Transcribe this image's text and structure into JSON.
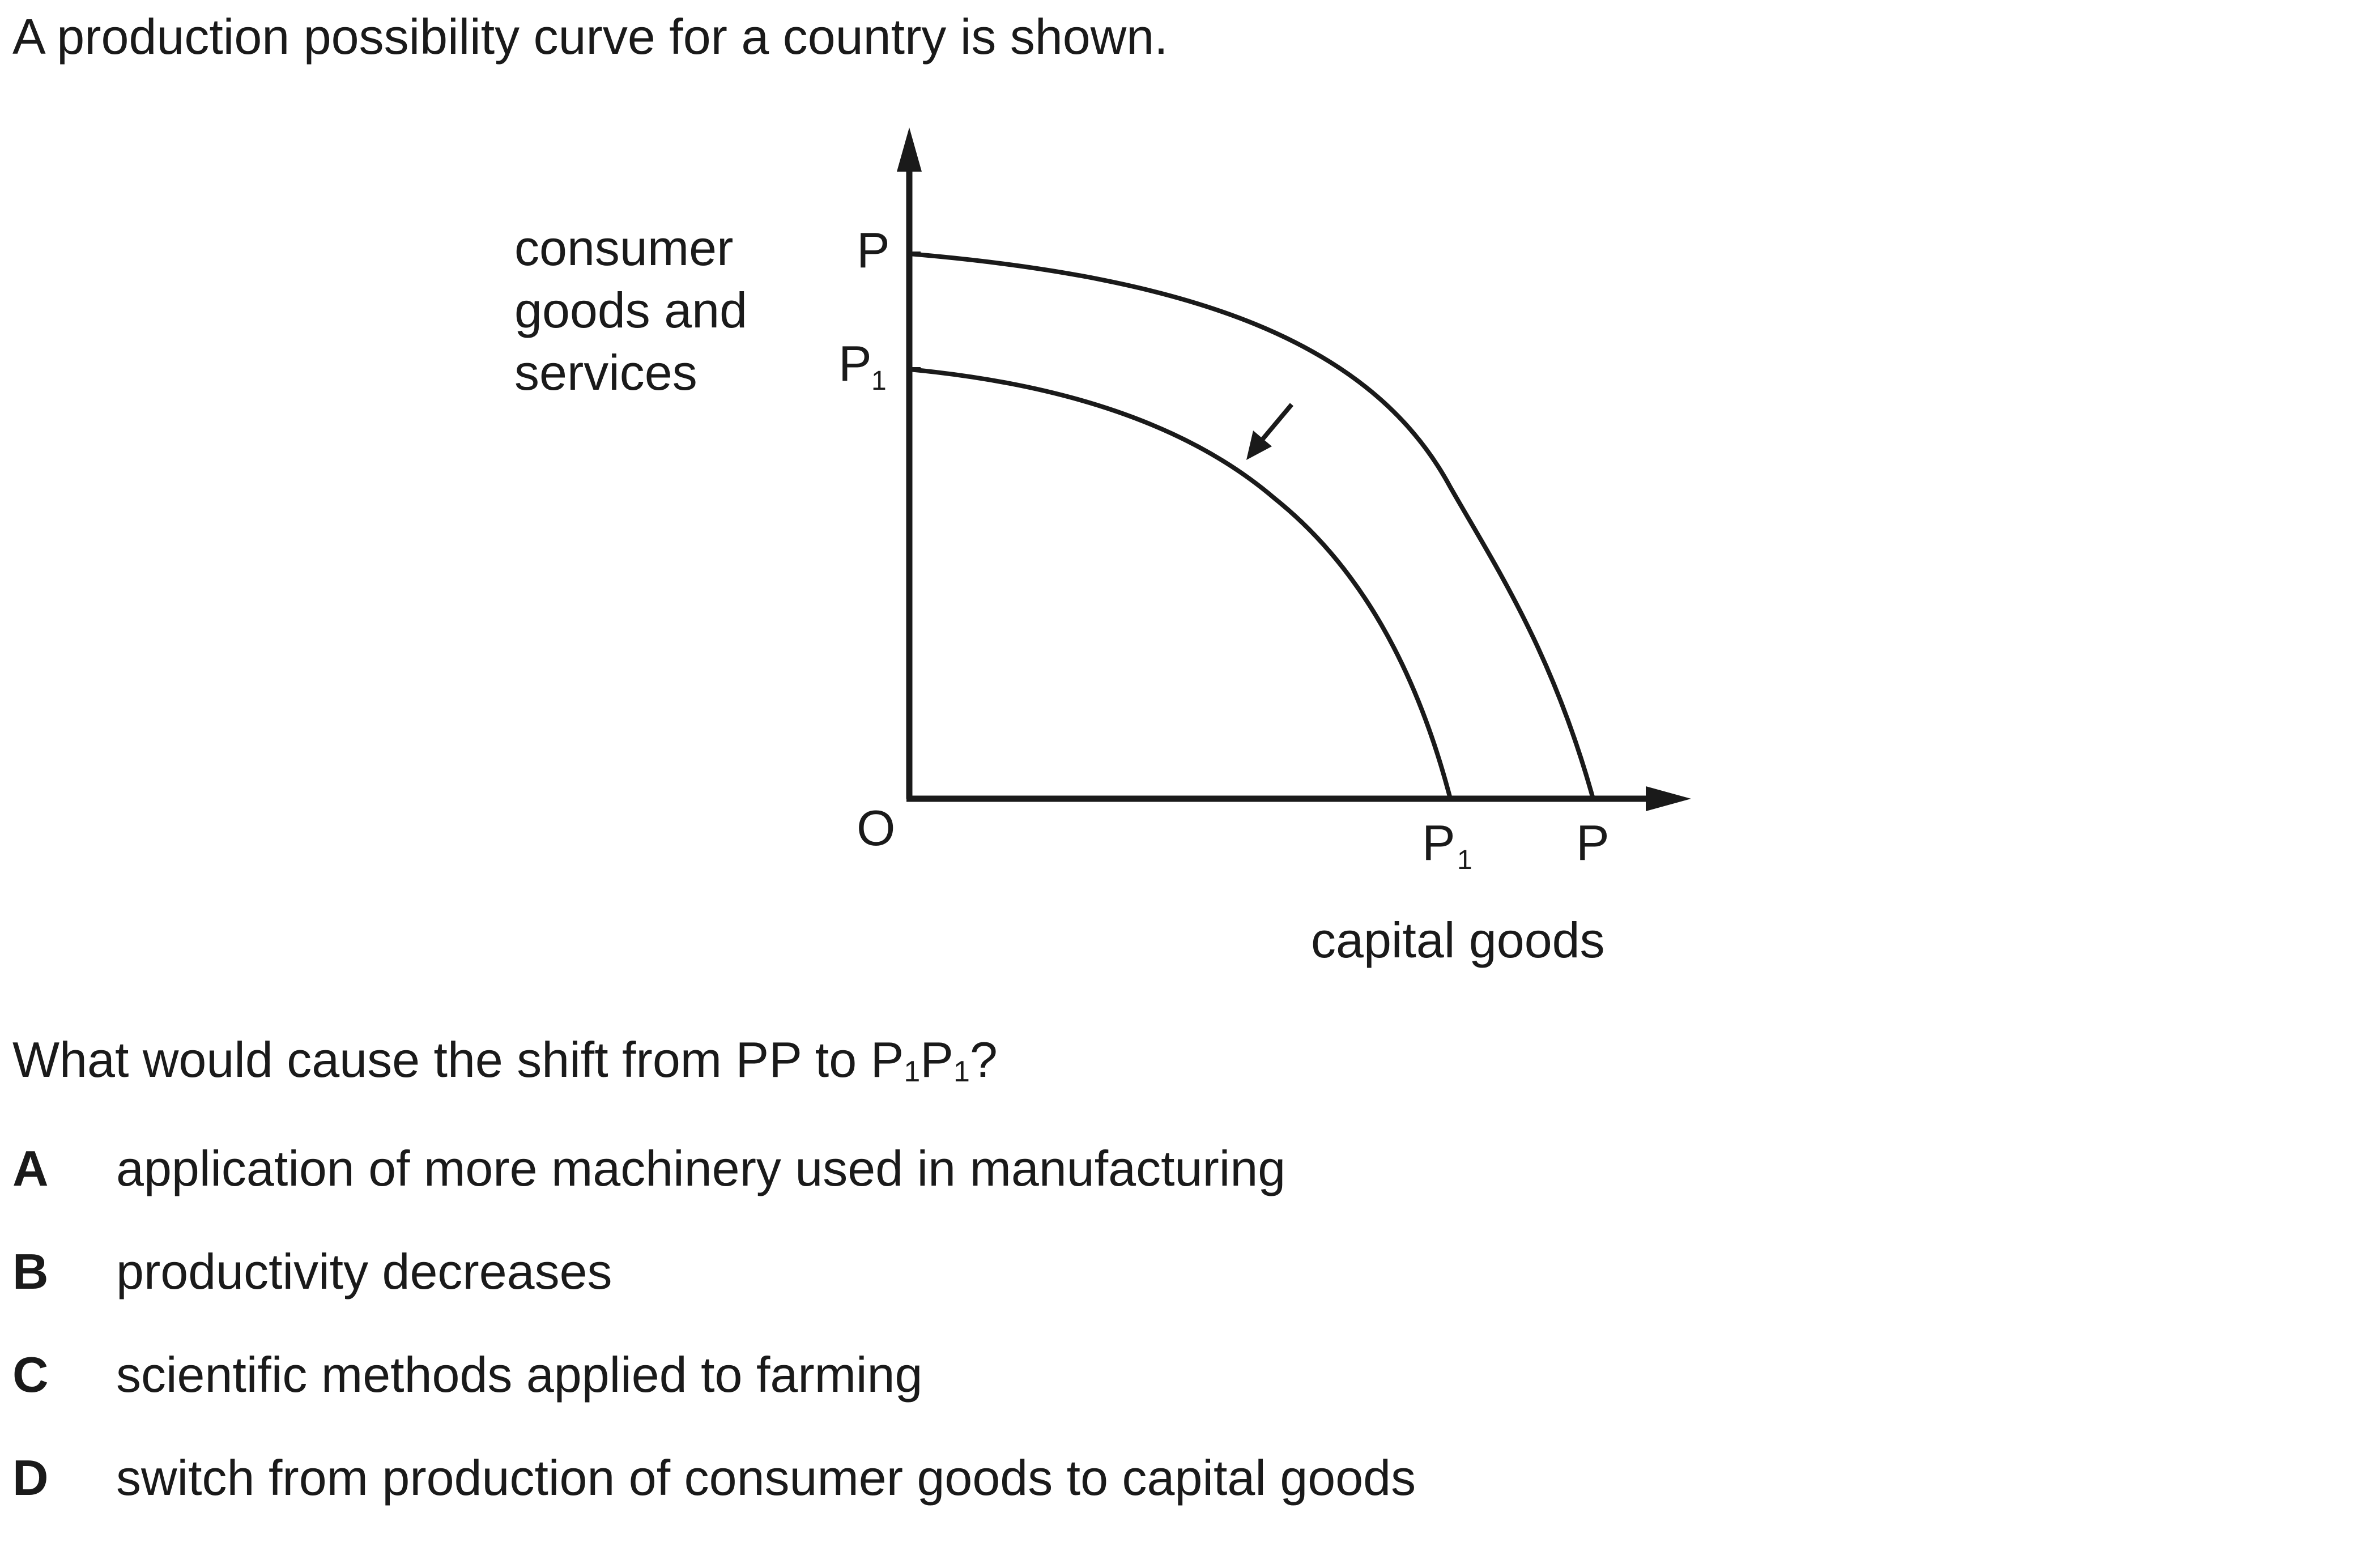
{
  "intro": "A production possibility curve for a country is shown.",
  "diagram": {
    "y_axis_label_lines": [
      "consumer",
      "goods and",
      "services"
    ],
    "x_axis_label": "capital goods",
    "origin_label": "O",
    "outer_curve_label": "P",
    "inner_curve_label_main": "P",
    "inner_curve_label_sub": "1"
  },
  "question": {
    "prefix": "What would cause the shift from PP to P",
    "sub1": "1",
    "middle": "P",
    "sub2": "1",
    "suffix": "?"
  },
  "options": [
    {
      "letter": "A",
      "text": "application of more machinery used in manufacturing"
    },
    {
      "letter": "B",
      "text": "productivity decreases"
    },
    {
      "letter": "C",
      "text": "scientific methods applied to farming"
    },
    {
      "letter": "D",
      "text": "switch from production of consumer goods to capital goods"
    }
  ]
}
